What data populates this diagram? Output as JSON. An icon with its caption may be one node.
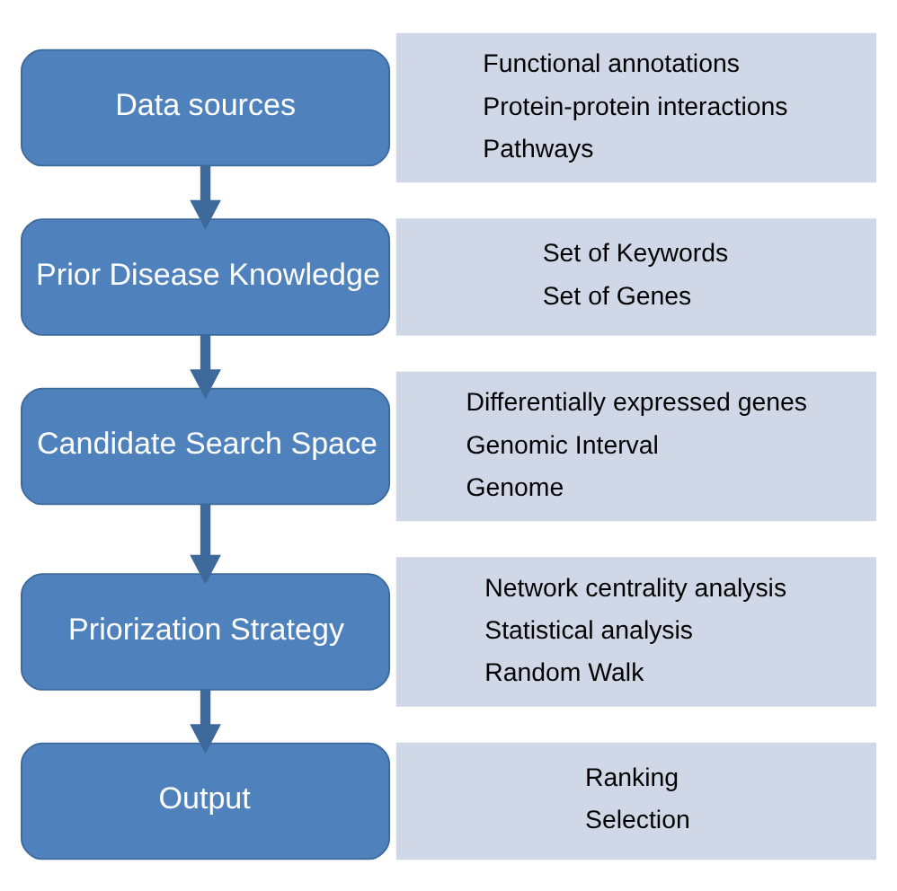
{
  "diagram": {
    "nodes": [
      {
        "text": [
          "Data sources"
        ]
      },
      {
        "text": [
          "Functional annotations",
          "Protein-protein interactions",
          "Pathways"
        ]
      },
      {
        "text": [
          "Prior Disease Knowledge"
        ]
      },
      {
        "text": [
          "Set of Keywords",
          "Set of Genes"
        ]
      },
      {
        "text": [
          "Candidate Search Space"
        ]
      },
      {
        "text": [
          "Differentially expressed genes",
          "Genomic Interval",
          "Genome"
        ]
      },
      {
        "text": [
          "Priorization Strategy"
        ]
      },
      {
        "text": [
          "Network centrality analysis",
          "Statistical analysis",
          "Random Walk"
        ]
      },
      {
        "text": [
          "Output"
        ]
      },
      {
        "text": [
          "Ranking",
          "Selection"
        ]
      }
    ],
    "edges": [
      {
        "from": 0,
        "to": 2,
        "arrow": "to"
      },
      {
        "from": 2,
        "to": 4,
        "arrow": "to"
      },
      {
        "from": 4,
        "to": 6,
        "arrow": "to"
      },
      {
        "from": 6,
        "to": 8,
        "arrow": "to"
      }
    ]
  }
}
